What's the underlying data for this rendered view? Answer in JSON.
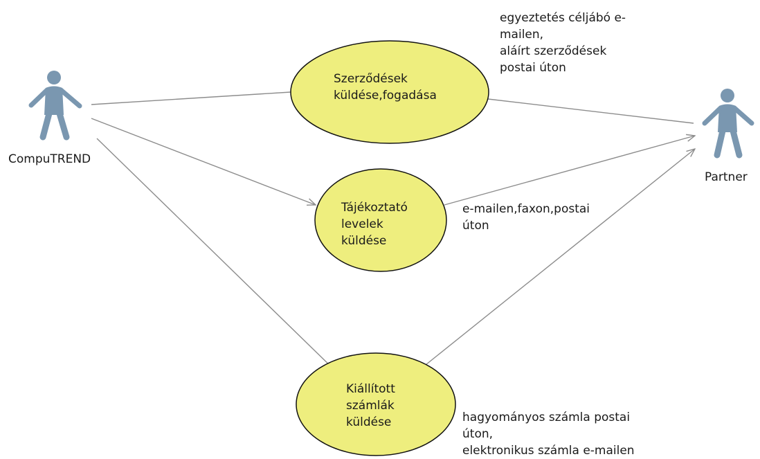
{
  "actors": {
    "left": {
      "name": "CompuTREND",
      "icon": "person-icon"
    },
    "right": {
      "name": "Partner",
      "icon": "person-icon"
    }
  },
  "use_cases": [
    {
      "lines": [
        "Szerződések",
        "küldése,fogadása"
      ]
    },
    {
      "lines": [
        "Tájékoztató",
        "levelek",
        "küldése"
      ]
    },
    {
      "lines": [
        "Kiállított",
        "számlák",
        "küldése"
      ]
    }
  ],
  "notes": [
    {
      "lines": [
        "egyeztetés céljábó e-",
        "mailen,",
        "aláírt szerződések",
        "postai úton"
      ]
    },
    {
      "lines": [
        "e-mailen,faxon,postai",
        "úton"
      ]
    },
    {
      "lines": [
        "hagyományos számla postai",
        "úton,",
        "elektronikus számla e-mailen"
      ]
    }
  ],
  "colors": {
    "ellipse_fill": "#eeee7e",
    "ellipse_stroke": "#111111",
    "actor": "#7a97b0",
    "connector": "#8c8c8c"
  }
}
